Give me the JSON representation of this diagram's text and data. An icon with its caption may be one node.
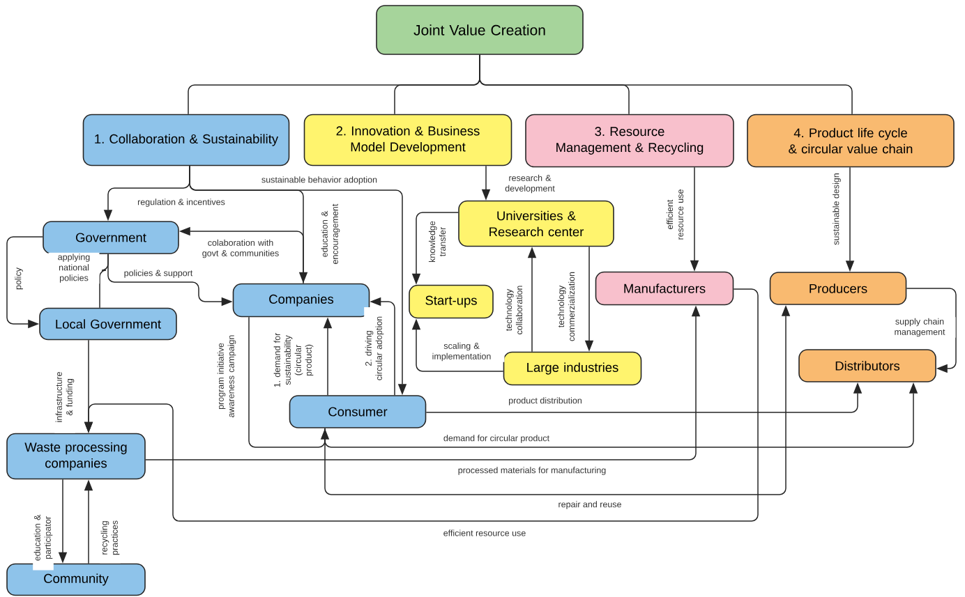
{
  "diagram": {
    "nodes": [
      {
        "text": [
          "Joint Value Creation"
        ]
      },
      {
        "text": [
          "1. Collaboration & Sustainability"
        ]
      },
      {
        "text": [
          "2. Innovation & Business Model Development"
        ]
      },
      {
        "text": [
          "3. Resource Management & Recycling"
        ]
      },
      {
        "text": [
          "4. Product life cycle & circular value chain"
        ]
      },
      {
        "text": [
          "Government"
        ]
      },
      {
        "text": [
          "Local Government"
        ]
      },
      {
        "text": [
          "Companies"
        ]
      },
      {
        "text": [
          "Universities & Research center"
        ]
      },
      {
        "text": [
          "Start-ups"
        ]
      },
      {
        "text": [
          "Manufacturers"
        ]
      },
      {
        "text": [
          "Producers"
        ]
      },
      {
        "text": [
          "Distributors"
        ]
      },
      {
        "text": [
          "Large industries"
        ]
      },
      {
        "text": [
          "Consumer"
        ]
      },
      {
        "text": [
          "Waste processing companies"
        ]
      },
      {
        "text": [
          "Community"
        ]
      }
    ],
    "edges": [
      {
        "from": 0,
        "to": 1,
        "arrow": "none"
      },
      {
        "from": 0,
        "to": 2,
        "arrow": "none"
      },
      {
        "from": 0,
        "to": 3,
        "arrow": "none"
      },
      {
        "from": 0,
        "to": 4,
        "arrow": "none"
      },
      {
        "from": 1,
        "to": 5,
        "arrow": "to",
        "label": "regulation & incentives"
      },
      {
        "from": 1,
        "to": 7,
        "arrow": "to",
        "label": "education & encouragement"
      },
      {
        "from": 1,
        "to": 14,
        "arrow": "to",
        "label": "sustainable behavior adoption"
      },
      {
        "from": 7,
        "to": 5,
        "arrow": "to",
        "label": "colaboration with govt & communities"
      },
      {
        "from": 5,
        "to": 6,
        "arrow": "to",
        "label": "policy"
      },
      {
        "from": 5,
        "to": 6,
        "arrow": "none",
        "label": "applying national policies"
      },
      {
        "from": 5,
        "to": 7,
        "arrow": "to",
        "label": "policies & support"
      },
      {
        "from": 6,
        "to": 15,
        "arrow": "to",
        "label": "infrastructure & funding"
      },
      {
        "from": 7,
        "to": 14,
        "arrow": "to",
        "label": "program initiative awareness campaign"
      },
      {
        "from": 14,
        "to": 7,
        "arrow": "to",
        "label": "1. demand for sustainability (circular product)"
      },
      {
        "from": 14,
        "to": 7,
        "arrow": "to",
        "label": "2. driving circular adoption"
      },
      {
        "from": 2,
        "to": 8,
        "arrow": "to",
        "label": "research & development"
      },
      {
        "from": 8,
        "to": 9,
        "arrow": "to",
        "label": "knowledge transfer"
      },
      {
        "from": 13,
        "to": 9,
        "arrow": "to",
        "label": "scaling & implementation"
      },
      {
        "from": 13,
        "to": 8,
        "arrow": "to",
        "label": "technology collaboration"
      },
      {
        "from": 8,
        "to": 13,
        "arrow": "to",
        "label": "technology commerzialization"
      },
      {
        "from": 3,
        "to": 10,
        "arrow": "to",
        "label": "efficient resource use"
      },
      {
        "from": 4,
        "to": 11,
        "arrow": "to",
        "label": "sustainable design"
      },
      {
        "from": 11,
        "to": 12,
        "arrow": "to",
        "label": "supply chain management"
      },
      {
        "from": 14,
        "to": 12,
        "arrow": "to",
        "label": "product distribution"
      },
      {
        "from": 14,
        "to": 12,
        "arrow": "to",
        "label": "demand for circular product"
      },
      {
        "from": 15,
        "to": 10,
        "arrow": "to",
        "label": "processed materials for manufacturing"
      },
      {
        "from": 14,
        "to": 11,
        "arrow": "to",
        "label": "repair and reuse"
      },
      {
        "from": 10,
        "to": 15,
        "arrow": "to",
        "label": "efficient resource use"
      },
      {
        "from": 15,
        "to": 16,
        "arrow": "to",
        "label": "education & participator"
      },
      {
        "from": 16,
        "to": 15,
        "arrow": "to",
        "label": "recycling practices"
      }
    ]
  }
}
